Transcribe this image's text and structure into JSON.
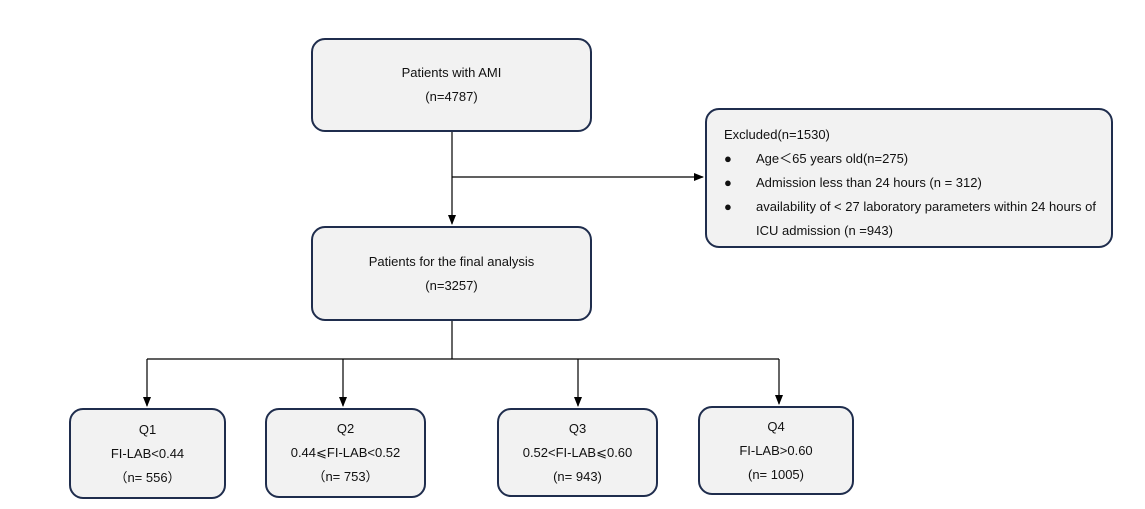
{
  "boxes": {
    "ami": {
      "line1": "Patients with AMI",
      "line2": "(n=4787)"
    },
    "final": {
      "line1": "Patients for the final analysis",
      "line2": "(n=3257)"
    },
    "excluded": {
      "title": "Excluded(n=1530)",
      "bullet": "●",
      "items": [
        "Age＜65 years old(n=275)",
        "Admission less than 24 hours (n = 312)",
        "availability of < 27 laboratory parameters within 24 hours of ICU admission (n =943)"
      ]
    },
    "q1": {
      "label": "Q1",
      "range": "FI-LAB<0.44",
      "n": "（n= 556）"
    },
    "q2": {
      "label": "Q2",
      "range": "0.44⩽FI-LAB<0.52",
      "n": "（n= 753）"
    },
    "q3": {
      "label": "Q3",
      "range": "0.52<FI-LAB⩽0.60",
      "n": "(n= 943)"
    },
    "q4": {
      "label": "Q4",
      "range": "FI-LAB>0.60",
      "n": "(n= 1005)"
    }
  },
  "colors": {
    "box_fill": "#f2f2f2",
    "box_border": "#1f2d4d",
    "line": "#000000"
  }
}
